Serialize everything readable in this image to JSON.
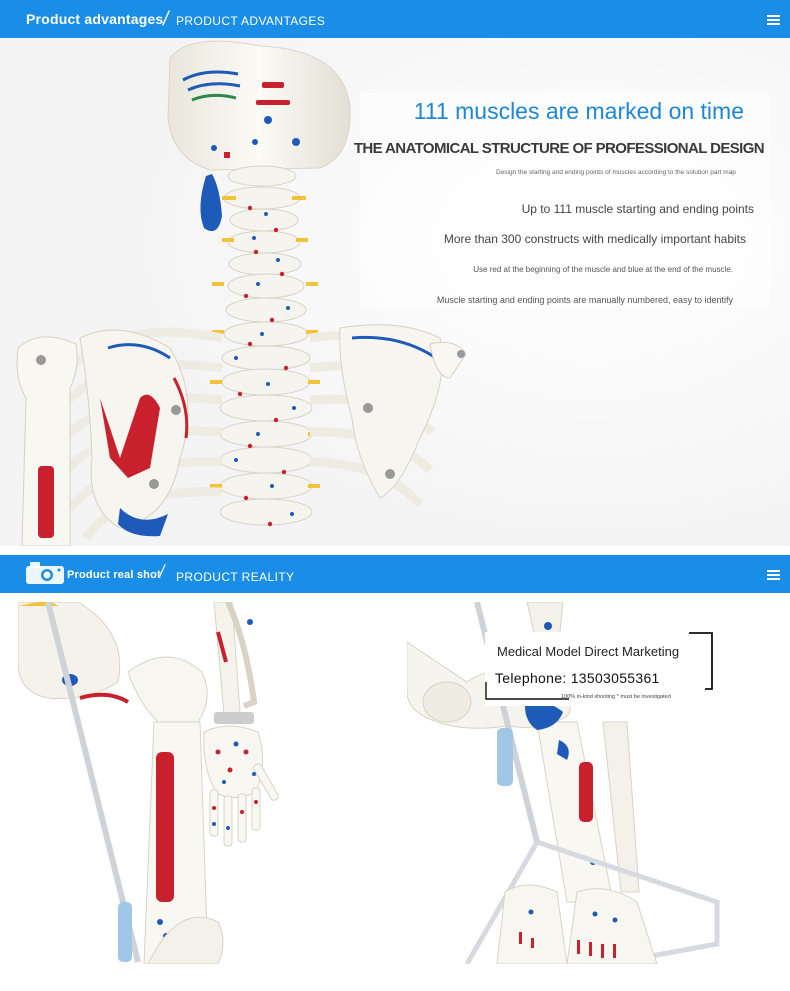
{
  "section_advantages": {
    "title": "Product advantages",
    "subtitle": "PRODUCT ADVANTAGES",
    "headline": "111 muscles are marked on time",
    "subheadline": "THE ANATOMICAL STRUCTURE OF PROFESSIONAL DESIGN",
    "note": "Design the starting and ending points of muscles according to the solution part map",
    "features": [
      "Up to 111 muscle starting and ending points",
      "More than 300 constructs with medically important habits",
      "Use red at the beginning of the muscle and blue at the end of the muscle.",
      "Muscle starting and ending points are manually numbered, easy to identify"
    ]
  },
  "section_reality": {
    "title": "Product real shot",
    "subtitle": "PRODUCT REALITY",
    "card": {
      "line1": "Medical Model Direct Marketing",
      "line2": "Telephone: 13503055361",
      "line3": "100% in-kind shooting * must be investigated"
    }
  },
  "icons": [
    "menu-icon",
    "camera-icon"
  ],
  "colors": {
    "banner": "#1a8ee6",
    "headline": "#1f86d6",
    "muscle_red": "#c8202c",
    "muscle_blue": "#1e5ab8",
    "bone": "#f3f1ea"
  }
}
